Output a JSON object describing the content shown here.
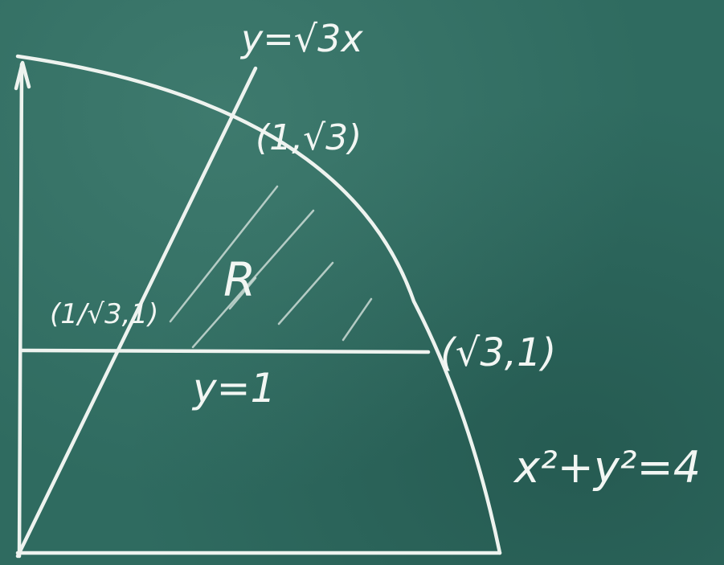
{
  "labels": {
    "line_sqrt3x": "y=√3x",
    "point_1_sqrt3": "(1,√3)",
    "region": "R",
    "point_inv_sqrt3_1": "(1/√3,1)",
    "point_sqrt3_1": "(√3,1)",
    "line_y1": "y=1",
    "circle_eq": "x²+y²=4"
  },
  "colors": {
    "board": "#2f6b60",
    "chalk": "#eef3ef"
  }
}
